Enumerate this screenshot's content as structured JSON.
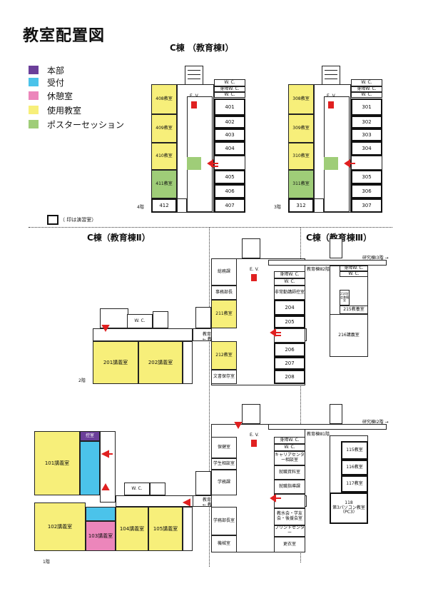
{
  "title": "教室配置図",
  "building_c1_title": "C棟 （教育棟Ⅰ）",
  "building_c2_title": "C棟（教育棟Ⅱ）",
  "building_c3_title": "C棟（教育棟Ⅲ）",
  "legend": [
    {
      "label": "本部",
      "color": "#6b3f9a"
    },
    {
      "label": "受付",
      "color": "#4bc3ea"
    },
    {
      "label": "休憩室",
      "color": "#ec86bb"
    },
    {
      "label": "使用教室",
      "color": "#f7ef7a"
    },
    {
      "label": "ポスターセッション",
      "color": "#9fcd78"
    }
  ],
  "note": "（ 印は演習室）",
  "floor4": {
    "label": "4階",
    "left_rooms": [
      "408教室",
      "409教室",
      "410教室",
      "411教室"
    ],
    "bottom_room": "412",
    "ev": "E. V.",
    "wc": "W. C.",
    "wc2": "身障W. C.",
    "wc3": "W. C.",
    "right_rooms": [
      "401",
      "402",
      "403",
      "404",
      "405",
      "406",
      "407"
    ]
  },
  "floor3": {
    "label": "3階",
    "left_rooms": [
      "308教室",
      "309教室",
      "310教室",
      "311教室"
    ],
    "bottom_room": "312",
    "ev": "E. V.",
    "wc": "W. C.",
    "wc2": "身障W. C.",
    "wc3": "W. C.",
    "right_rooms": [
      "301",
      "302",
      "303",
      "304",
      "305",
      "306",
      "307"
    ]
  },
  "floor2": {
    "label": "2階",
    "room_201": "201講義室",
    "room_202": "202講義室",
    "wc_left": "W. C.",
    "soumu": "総務課",
    "jimu": "事務部長",
    "room_211": "211教室",
    "room_212": "212教室",
    "bunsho": "文書保存室",
    "ev": "E. V.",
    "wc2": "身障W. C.",
    "wc3": "W. C.",
    "hijoukin": "非常勤講師控室",
    "right_rooms": [
      "204",
      "205",
      "206",
      "207",
      "208"
    ],
    "corridor1": "教育棟Ⅰ →",
    "corridor2": "← 教育棟Ⅱ",
    "c3_corr": "教育棟Ⅲ2階",
    "c3_wc": "身障W. C.",
    "c3_wc2": "W. C.",
    "c3_lab": "研究棟Ⅰ3階 →",
    "c3_small": "214学会準備室",
    "c3_215": "215教養室",
    "c3_216": "216講義室"
  },
  "floor1": {
    "label": "1階",
    "room_101": "101講義室",
    "room_102": "102講義室",
    "room_103": "103講義室",
    "room_104": "104講義室",
    "room_105": "105講義室",
    "honbu": "控室",
    "wc": "W. C.",
    "wc_b": "W. C.",
    "hoken": "保健室",
    "gakumu_s": "学生相談室",
    "gakumu": "学務課",
    "gakumu_d": "学務部長室",
    "kikai": "機械室",
    "ev": "E. V.",
    "wc2": "身障W. C.",
    "wc3": "W. C.",
    "career": "キャリアセンター相談室",
    "shiryo": "就職資料室",
    "shushoku": "就職指導課",
    "kyosai": "教水会・学友会・後援会室",
    "print": "プリントセンター",
    "kosei": "更衣室",
    "corridor1": "教育棟Ⅰ →",
    "corridor2": "← 教育棟Ⅱ",
    "c3_corr": "教育棟Ⅲ1階",
    "c3_lab": "研究棟Ⅰ2階 →",
    "r115": "115教室",
    "r116": "116教室",
    "r117": "117教室",
    "r118": "118",
    "r118b": "第3パソコン教室",
    "r118c": "（PC3）"
  }
}
